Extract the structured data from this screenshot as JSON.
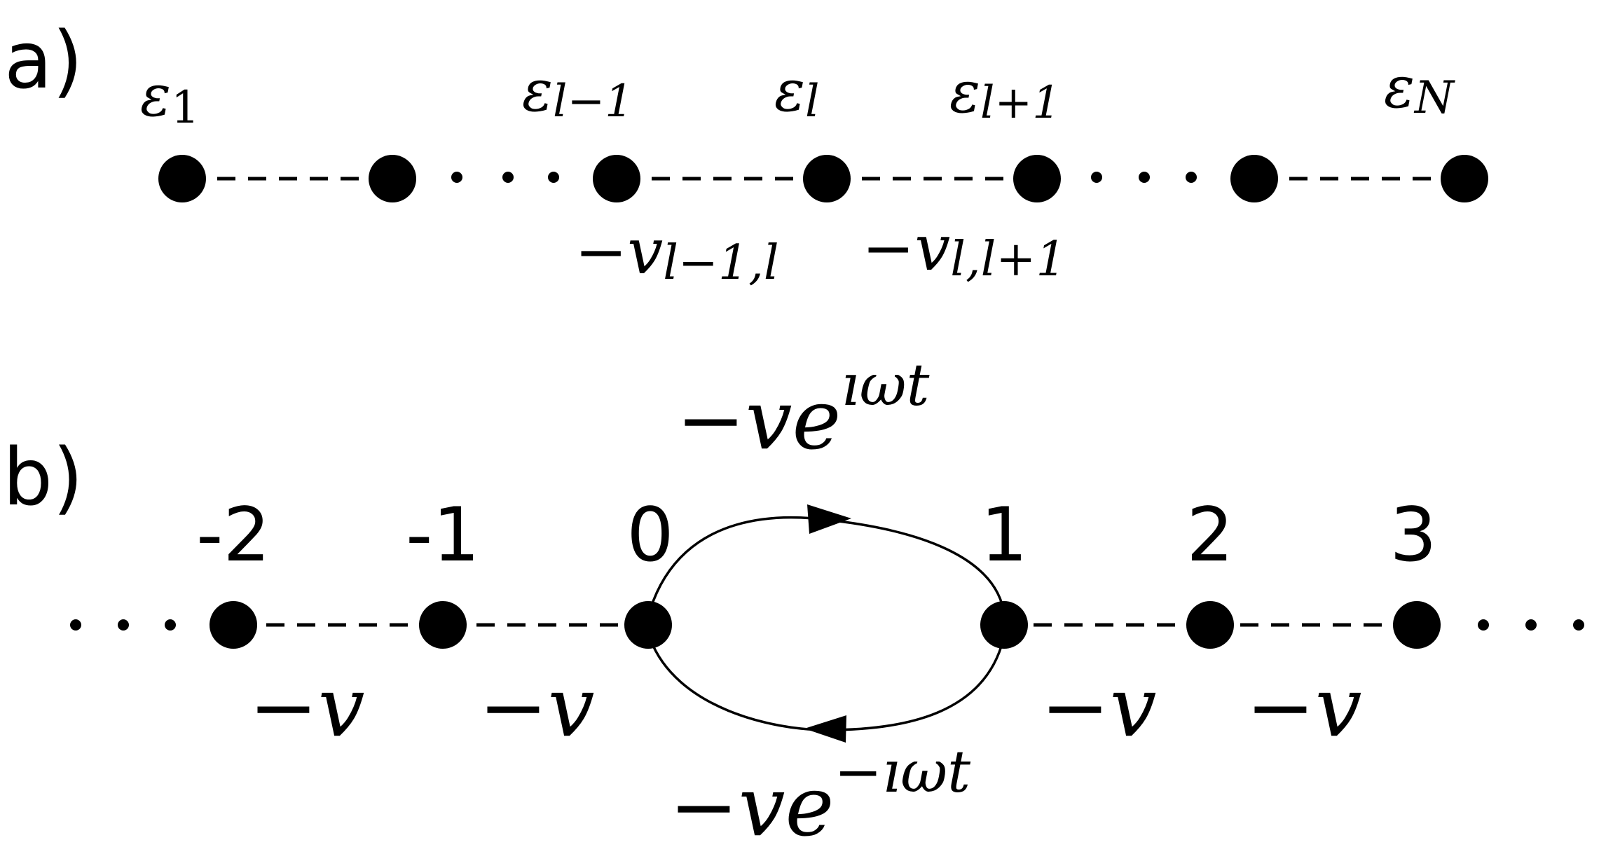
{
  "panel_a": {
    "label": "a)",
    "energies": [
      {
        "symbol": "ε",
        "sub": "1"
      },
      {
        "symbol": "ε",
        "sub": "l−1"
      },
      {
        "symbol": "ε",
        "sub": "l"
      },
      {
        "symbol": "ε",
        "sub": "l+1"
      },
      {
        "symbol": "ε",
        "sub": "N"
      }
    ],
    "couplings": [
      {
        "text": "−v",
        "sub": "l−1,l"
      },
      {
        "text": "−v",
        "sub": "l,l+1"
      }
    ],
    "ellipsis": "· · ·"
  },
  "panel_b": {
    "label": "b)",
    "sites": [
      "-2",
      "-1",
      "0",
      "1",
      "2",
      "3"
    ],
    "couplings": [
      "−v",
      "−v",
      "−v",
      "−v"
    ],
    "upper_loop": {
      "base": "−ve",
      "exp": "ıωt"
    },
    "lower_loop": {
      "base": "−ve",
      "exp": "−ıωt"
    },
    "ellipsis": "· · ·"
  }
}
